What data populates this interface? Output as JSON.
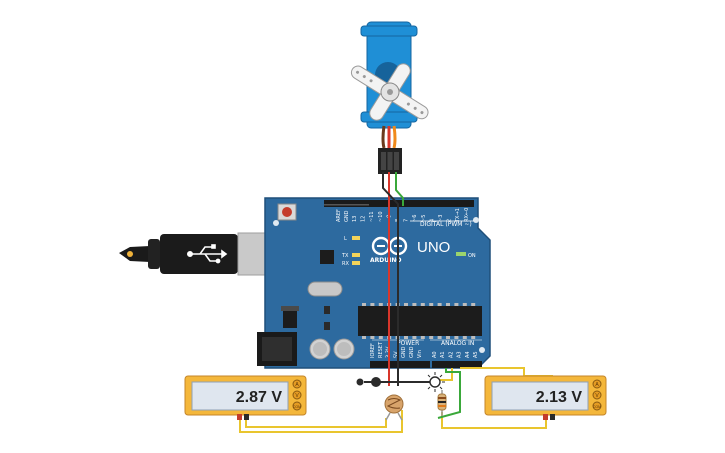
{
  "board": {
    "brand": "ARDUINO",
    "model": "UNO",
    "digital_label": "DIGITAL (PWM ~)",
    "analog_label": "ANALOG IN",
    "power_label": "POWER",
    "on_label": "ON",
    "led_l": "L",
    "led_tx": "TX",
    "led_rx": "RX",
    "aref": "AREF",
    "gnd": "GND",
    "digital_pins": [
      "13",
      "12",
      "~11",
      "~10",
      "~9",
      "8",
      "7",
      "~6",
      "~5",
      "4",
      "~3",
      "2",
      "TX→1",
      "RX←0"
    ],
    "power_pins": [
      "IOREF",
      "RESET",
      "3.3V",
      "5V",
      "GND",
      "GND",
      "Vin"
    ],
    "analog_pins": [
      "A0",
      "A1",
      "A2",
      "A3",
      "A4",
      "A5"
    ]
  },
  "multimeter_left": {
    "reading": "2.87 V",
    "terminals": [
      "A",
      "V",
      "COM"
    ]
  },
  "multimeter_right": {
    "reading": "2.13 V",
    "terminals": [
      "A",
      "V",
      "COM"
    ]
  },
  "colors": {
    "board_blue": "#2d6a9f",
    "board_edge": "#1f4f7a",
    "multimeter_yellow": "#f4b73b",
    "wire_red": "#d9362b",
    "wire_black": "#2b2b2b",
    "wire_green": "#3aa83a",
    "wire_yellow": "#e9c52e",
    "servo_blue": "#1f8fd6"
  },
  "icons": {
    "usb": "usb-icon",
    "servo": "servo-motor-icon",
    "photoresistor": "photoresistor-icon",
    "resistor": "resistor-icon"
  }
}
